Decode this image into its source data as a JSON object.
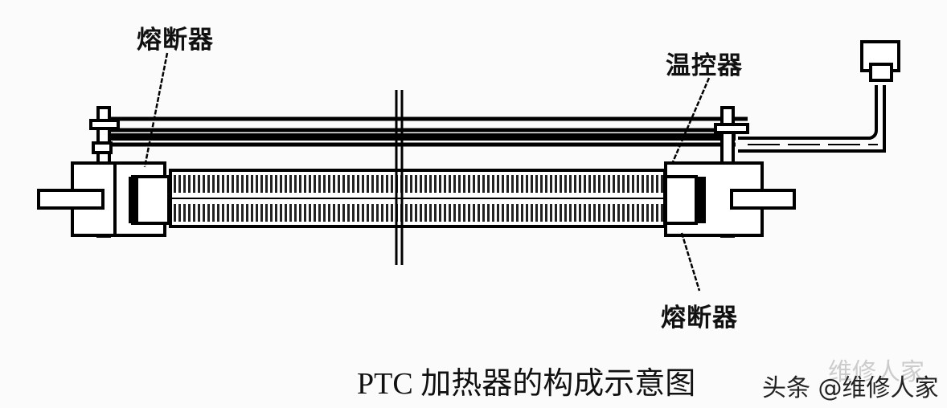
{
  "diagram": {
    "title": "PTC 加热器的构成示意图",
    "labels": {
      "fuse_top_left": "熔断器",
      "thermostat": "温控器",
      "fuse_bottom_right": "熔断器"
    },
    "watermark": "头条 @维修人家",
    "watermark_faint": "维修人家",
    "components": [
      "fuse",
      "thermostat",
      "fuse",
      "heating-element",
      "connector-plug",
      "mounting-bracket",
      "shaft"
    ]
  }
}
